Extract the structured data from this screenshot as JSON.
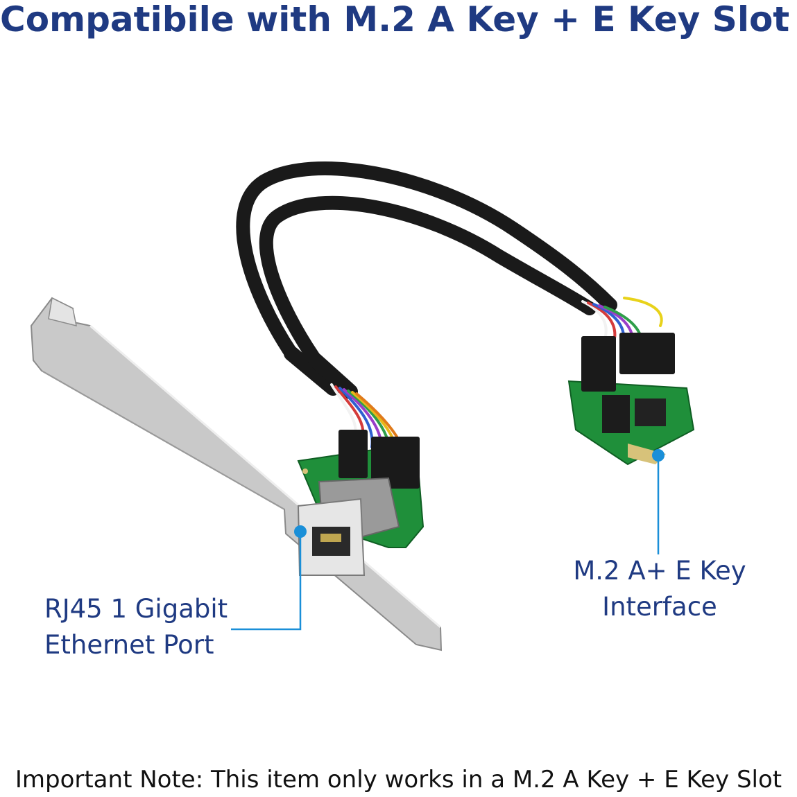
{
  "headline": "Compatibile with M.2 A Key + E Key Slot",
  "callouts": {
    "rj45": {
      "line1": "RJ45 1 Gigabit",
      "line2": "Ethernet Port"
    },
    "m2": {
      "line1": "M.2 A+ E Key",
      "line2": "Interface"
    }
  },
  "note": "Important Note: This item only works in a M.2 A Key + E Key Slot",
  "colors": {
    "headline": "#1f3a82",
    "callout_text": "#1f3a82",
    "callout_line": "#1a8fd8",
    "pcb_green": "#1f8f3a",
    "bracket_silver": "#c9c9c9",
    "cable_black": "#1a1a1a",
    "note_text": "#111111"
  }
}
